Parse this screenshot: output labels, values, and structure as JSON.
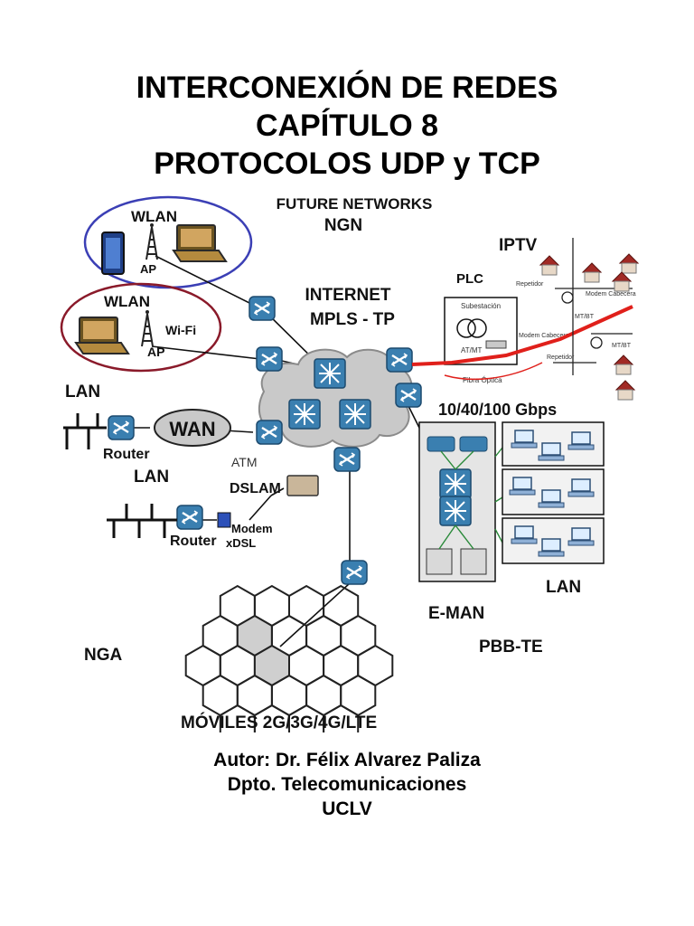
{
  "title": {
    "line1": "INTERCONEXIÓN DE REDES",
    "line2": "CAPÍTULO 8",
    "line3": "PROTOCOLOS UDP y TCP"
  },
  "diagram": {
    "future_networks": "FUTURE NETWORKS",
    "ngn": "NGN",
    "wlan_top": "WLAN",
    "ap_top": "AP",
    "wlan_bottom": "WLAN",
    "wifi": "Wi-Fi",
    "ap_bottom": "AP",
    "internet": "INTERNET",
    "mpls": "MPLS - TP",
    "iptv": "IPTV",
    "plc": "PLC",
    "subestacion": "Subestación",
    "at_mt": "AT/MT",
    "modem_cabecera_1": "Modem Cabecera",
    "modem_cabecera_2": "Modem Cabecera",
    "repetidor_1": "Repetidor",
    "repetidor_2": "Repetidor",
    "mt_bt_1": "MT/BT",
    "mt_bt_2": "MT/BT",
    "fibra_optica": "Fibra Óptica",
    "lan_1": "LAN",
    "router_1": "Router",
    "wan": "WAN",
    "atm": "ATM",
    "lan_2": "LAN",
    "dslam": "DSLAM",
    "router_2": "Router",
    "modem_xdsl": "Modem xDSL",
    "speeds": "10/40/100 Gbps",
    "lan_3": "LAN",
    "eman": "E-MAN",
    "pbbte": "PBB-TE",
    "nga": "NGA",
    "moviles": "MÓVILES 2G/3G/4G/LTE"
  },
  "author": {
    "line1": "Autor: Dr. Félix Alvarez Paliza",
    "line2": "Dpto. Telecomunicaciones",
    "line3": "UCLV"
  },
  "colors": {
    "router_blue": "#3a7fb0",
    "wlan_ellipse_top": "#3b3fb5",
    "wlan_ellipse_bottom": "#8a1a2a",
    "fiber_red": "#e0201b",
    "cloud_gray": "#c9c9c9"
  }
}
